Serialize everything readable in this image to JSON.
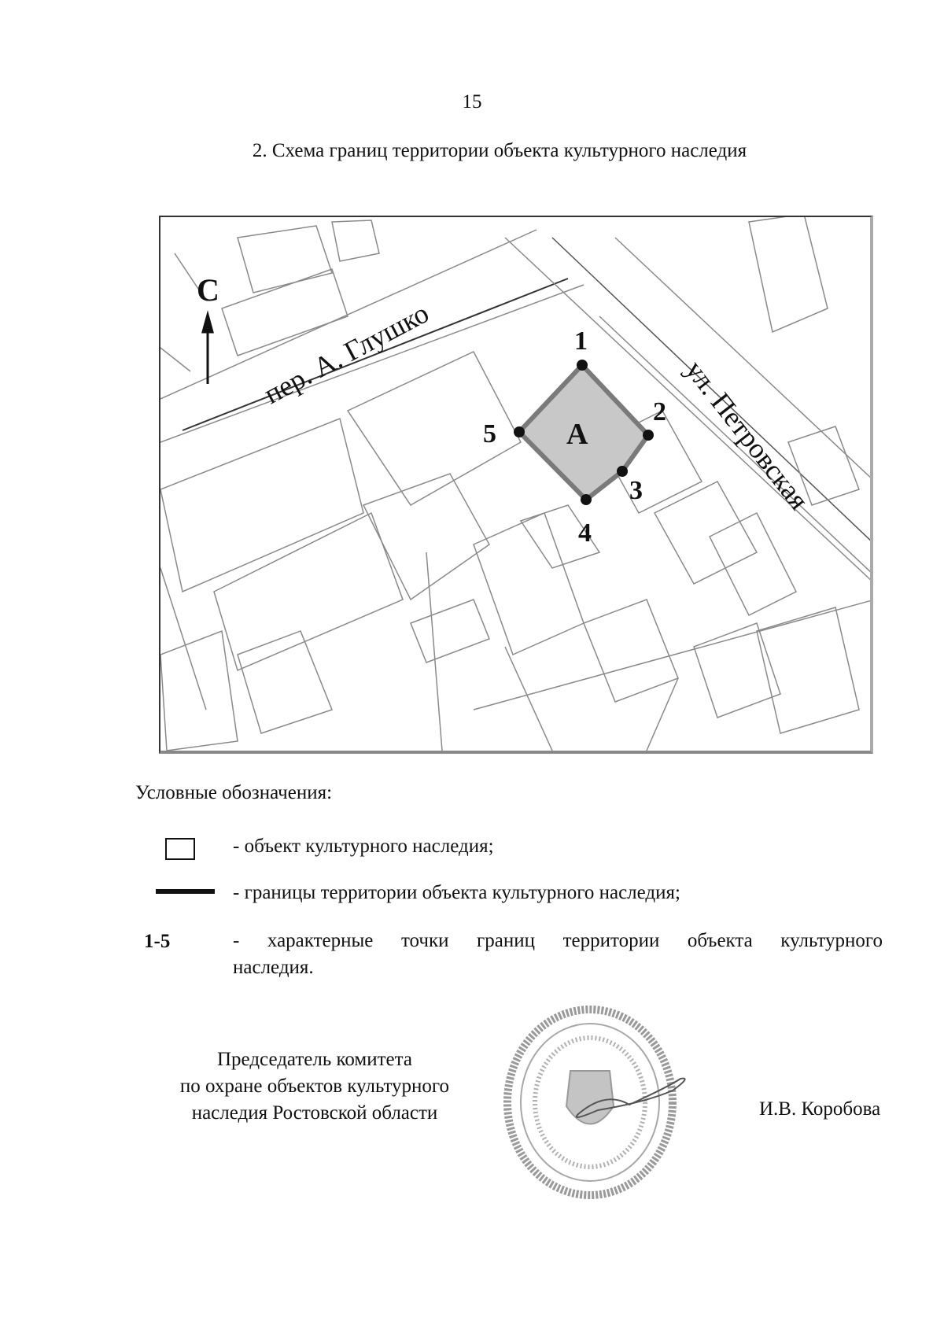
{
  "page": {
    "number": "15",
    "section_title": "2. Схема границ территории объекта культурного наследия"
  },
  "map": {
    "north_label": "С",
    "street_1": "пер. А. Глушко",
    "street_2": "ул. Петровская",
    "object_label": "А",
    "points": [
      {
        "id": "1",
        "label": "1"
      },
      {
        "id": "2",
        "label": "2"
      },
      {
        "id": "3",
        "label": "3"
      },
      {
        "id": "4",
        "label": "4"
      },
      {
        "id": "5",
        "label": "5"
      }
    ],
    "colors": {
      "object_fill": "#c8c8c8",
      "boundary": "#7a7a7a",
      "points": "#111111",
      "base_lines": "#8a8a8a"
    }
  },
  "legend": {
    "title": "Условные обозначения:",
    "items": [
      {
        "symbol": "box",
        "text": "- объект культурного наследия;"
      },
      {
        "symbol": "line",
        "text": "- границы территории объекта культурного наследия;"
      },
      {
        "symbol": "1-5",
        "text": "- характерные точки границ территории объекта культурного",
        "text_cont": "наследия."
      }
    ]
  },
  "signature": {
    "position_line_1": "Председатель комитета",
    "position_line_2": "по охране объектов культурного",
    "position_line_3": "наследия Ростовской области",
    "name": "И.В. Коробова"
  }
}
